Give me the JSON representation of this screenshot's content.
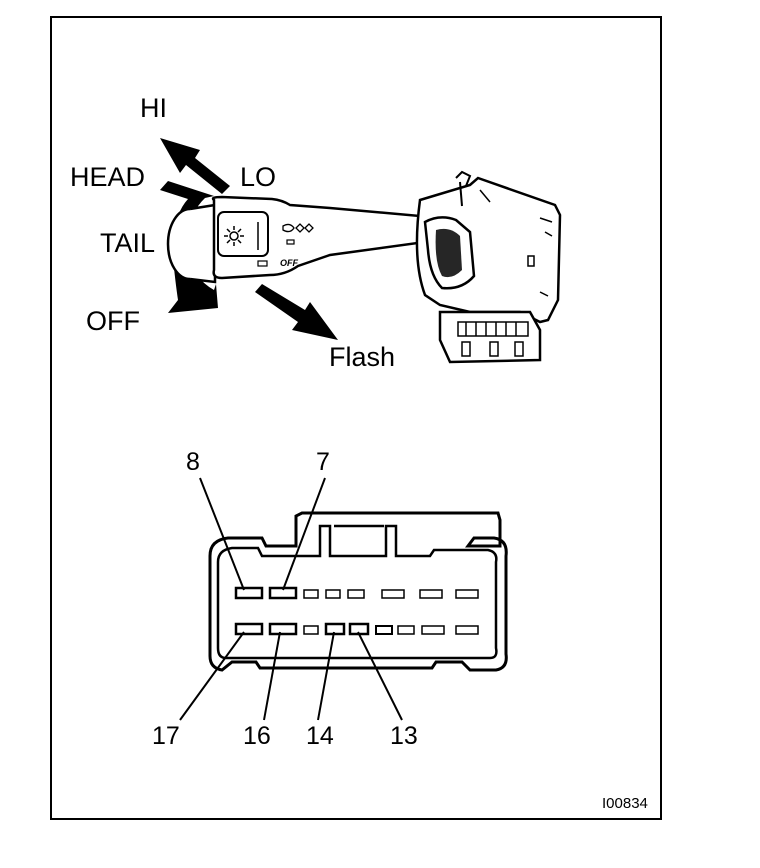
{
  "switch": {
    "positions": {
      "hi": "HI",
      "head": "HEAD",
      "lo": "LO",
      "tail": "TAIL",
      "off": "OFF",
      "flash": "Flash"
    },
    "stalk_marking": "OFF"
  },
  "connector": {
    "pins": {
      "p8": "8",
      "p7": "7",
      "p17": "17",
      "p16": "16",
      "p14": "14",
      "p13": "13"
    }
  },
  "figure_code": "I00834"
}
